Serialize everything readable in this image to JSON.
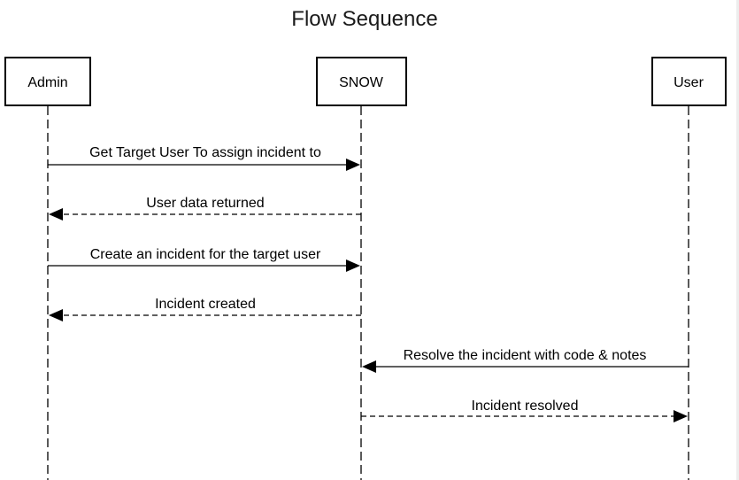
{
  "title": "Flow Sequence",
  "actors": [
    {
      "id": "admin",
      "label": "Admin"
    },
    {
      "id": "snow",
      "label": "SNOW"
    },
    {
      "id": "user",
      "label": "User"
    }
  ],
  "messages": [
    {
      "from": "admin",
      "to": "snow",
      "label": "Get Target User To assign incident to",
      "style": "solid"
    },
    {
      "from": "snow",
      "to": "admin",
      "label": "User data returned",
      "style": "dashed"
    },
    {
      "from": "admin",
      "to": "snow",
      "label": "Create an incident for the target user",
      "style": "solid"
    },
    {
      "from": "snow",
      "to": "admin",
      "label": "Incident created",
      "style": "dashed"
    },
    {
      "from": "user",
      "to": "snow",
      "label": "Resolve the incident with code & notes",
      "style": "solid"
    },
    {
      "from": "snow",
      "to": "user",
      "label": "Incident resolved",
      "style": "dashed"
    }
  ]
}
